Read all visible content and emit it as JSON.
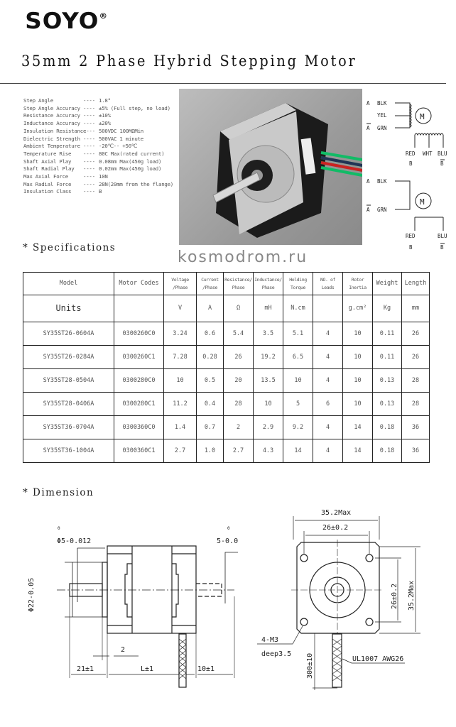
{
  "brand": {
    "name": "SOYO",
    "mark": "®"
  },
  "title": "35mm 2 Phase Hybrid Stepping Motor",
  "specs": [
    {
      "k": "Step Angle",
      "v": "1.8°"
    },
    {
      "k": "Step Angle Accuracy",
      "v": "±5% (Full step, no load)"
    },
    {
      "k": "Resistance Accuracy",
      "v": "±10%"
    },
    {
      "k": "Inductance Accuracy",
      "v": "±20%"
    },
    {
      "k": "Insulation Resistance",
      "v": "500VDC 100MΩMin"
    },
    {
      "k": "Dielectric Strength",
      "v": "500VAC 1 minute"
    },
    {
      "k": "Ambient Temperature",
      "v": "-20℃-- +50℃"
    },
    {
      "k": "Temperature Rise",
      "v": "80C Max(rated current)"
    },
    {
      "k": "Shaft Axial Play",
      "v": "0.08mm Max(450g load)"
    },
    {
      "k": "Shaft Radial Play",
      "v": "0.02mm Max(450g load)"
    },
    {
      "k": "Max Axial Force",
      "v": "10N"
    },
    {
      "k": "Max Radial Force",
      "v": "28N(20mm from the flange)"
    },
    {
      "k": "Insulation Class",
      "v": "B"
    }
  ],
  "spec_sep": "----",
  "wiring": {
    "six_lead": {
      "a": "A",
      "a_bar": "A",
      "blk": "BLK",
      "yel": "YEL",
      "grn": "GRN",
      "red": "RED",
      "wht": "WHT",
      "blu": "BLU",
      "b": "B",
      "b_bar": "B",
      "m": "M"
    },
    "four_lead": {
      "a": "A",
      "a_bar": "A",
      "blk": "BLK",
      "grn": "GRN",
      "red": "RED",
      "blu": "BLU",
      "b": "B",
      "b_bar": "B",
      "m": "M"
    }
  },
  "headings": {
    "specifications": "* Specifications",
    "dimension": "* Dimension"
  },
  "table": {
    "headers": [
      [
        "Model"
      ],
      [
        "Motor Codes"
      ],
      [
        "Voltage",
        "/Phase"
      ],
      [
        "Current",
        "/Phase"
      ],
      [
        "Resistance/",
        "Phase"
      ],
      [
        "Inductance/",
        "Phase"
      ],
      [
        "Holding",
        "Torque"
      ],
      [
        "NO. of",
        "Leads"
      ],
      [
        "Rotor",
        "Inertia"
      ],
      [
        "Weight"
      ],
      [
        "Length"
      ]
    ],
    "units": [
      "Units",
      "",
      "V",
      "A",
      "Ω",
      "mH",
      "N.cm",
      "",
      "g.cm²",
      "Kg",
      "mm"
    ],
    "rows": [
      [
        "SY35ST26-0604A",
        "0300260C0",
        "3.24",
        "0.6",
        "5.4",
        "3.5",
        "5.1",
        "4",
        "10",
        "0.11",
        "26"
      ],
      [
        "SY35ST26-0284A",
        "0300260C1",
        "7.28",
        "0.28",
        "26",
        "19.2",
        "6.5",
        "4",
        "10",
        "0.11",
        "26"
      ],
      [
        "SY35ST28-0504A",
        "0300280C0",
        "10",
        "0.5",
        "20",
        "13.5",
        "10",
        "4",
        "10",
        "0.13",
        "28"
      ],
      [
        "SY35ST28-0406A",
        "0300280C1",
        "11.2",
        "0.4",
        "28",
        "10",
        "5",
        "6",
        "10",
        "0.13",
        "28"
      ],
      [
        "SY35ST36-0704A",
        "0300360C0",
        "1.4",
        "0.7",
        "2",
        "2.9",
        "9.2",
        "4",
        "14",
        "0.18",
        "36"
      ],
      [
        "SY35ST36-1004A",
        "0300360C1",
        "2.7",
        "1.0",
        "2.7",
        "4.3",
        "14",
        "4",
        "14",
        "0.18",
        "36"
      ]
    ]
  },
  "watermark": "kosmodrom.ru",
  "dimension": {
    "shaft_dia": "Φ5-0.012",
    "shaft_tol_top": "0",
    "boss_dia": "Φ22-0.05",
    "boss_tol_top": "0",
    "flat": "5-0.0",
    "flat_tol_top": "0",
    "boss_len": "2",
    "front_len": "21±1",
    "body_len": "L±1",
    "rear_len": "10±1",
    "width_max": "35.2Max",
    "hole_span": "26±0.2",
    "hole_span_v": "26±0.2",
    "height_max": "35.2Max",
    "holes": "4-M3",
    "depth": "deep3.5",
    "lead_len": "300±10",
    "wire": "UL1007 AWG26"
  }
}
